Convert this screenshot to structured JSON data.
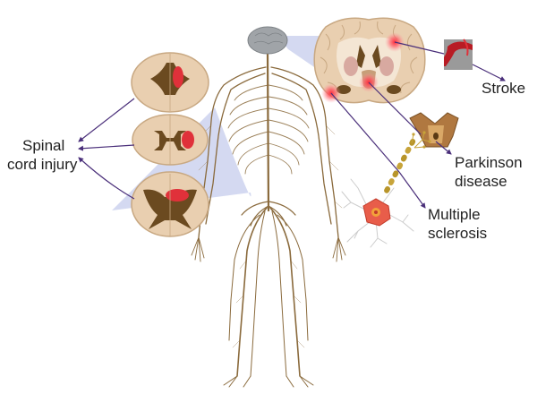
{
  "labels": {
    "spinal_line1": "Spinal",
    "spinal_line2": "cord injury",
    "stroke": "Stroke",
    "parkinson_line1": "Parkinson",
    "parkinson_line2": "disease",
    "ms_line1": "Multiple",
    "ms_line2": "sclerosis"
  },
  "colors": {
    "nerve": "#8a6a3c",
    "tissue": "#e9cfb0",
    "tissue_dark": "#6b4a20",
    "lesion": "#e0313a",
    "arrow": "#4a2f7a",
    "highlight": "#c9d0ee",
    "brain": "#a0a4a8"
  }
}
